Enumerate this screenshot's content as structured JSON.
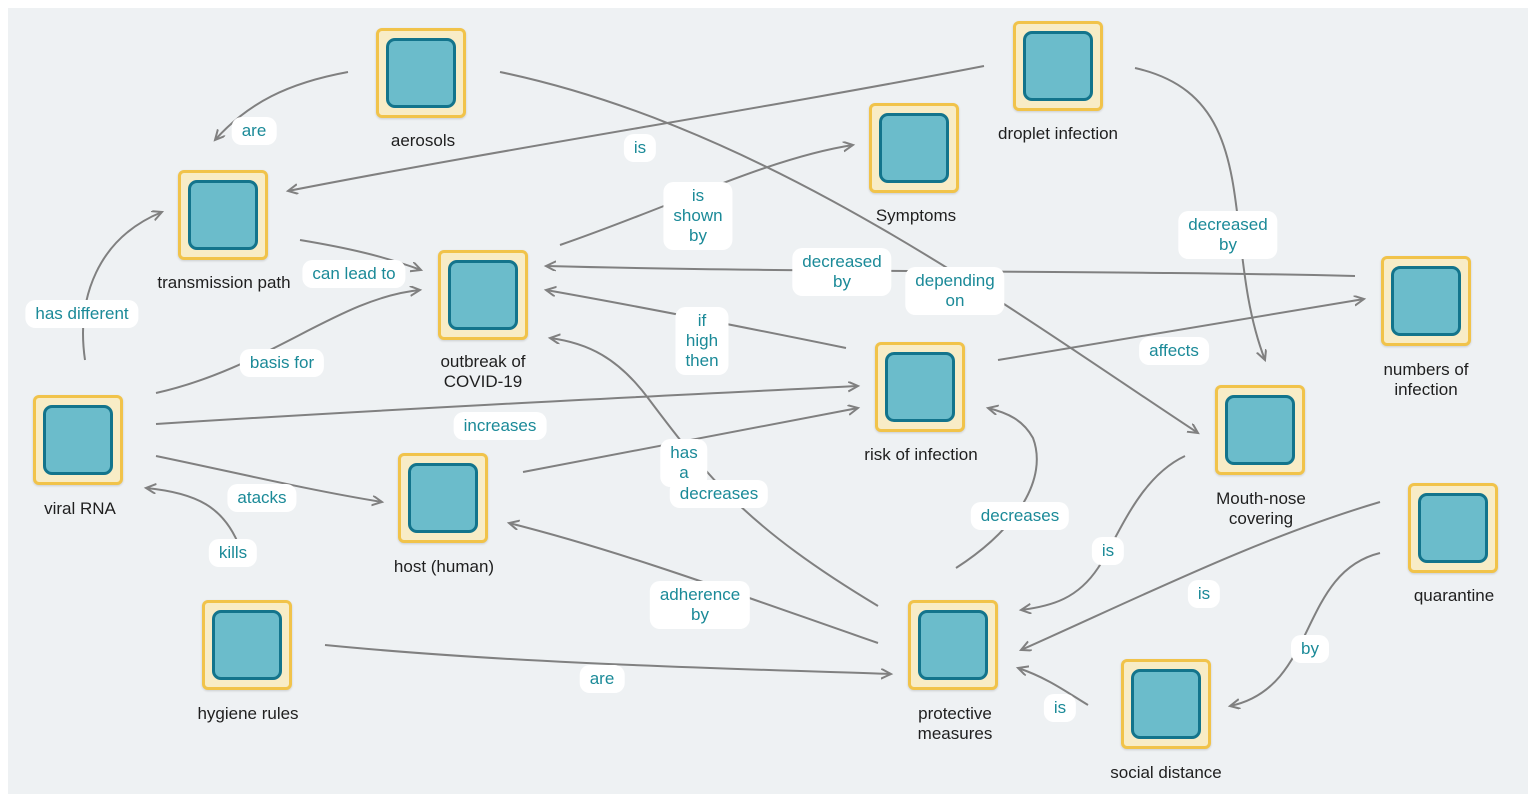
{
  "nodes": {
    "aerosols": "aerosols",
    "droplet_infection": "droplet infection",
    "symptoms": "Symptoms",
    "transmission_path": "transmission path",
    "outbreak": "outbreak of\nCOVID-19",
    "numbers_of_infection": "numbers of\ninfection",
    "risk_of_infection": "risk of infection",
    "mouth_nose": "Mouth-nose\ncovering",
    "viral_rna": "viral RNA",
    "host": "host (human)",
    "quarantine": "quarantine",
    "hygiene_rules": "hygiene rules",
    "protective_measures": "protective\nmeasures",
    "social_distance": "social distance"
  },
  "edge_labels": {
    "are_aerosols": "are",
    "is_aerosols": "is",
    "is_shown_by": "is\nshown\nby",
    "decreased_by_droplet": "decreased\nby",
    "can_lead_to": "can lead to",
    "decreased_by_numbers": "decreased\nby",
    "depending_on": "depending\non",
    "has_different": "has different",
    "basis_for": "basis for",
    "if_high_then": "if\nhigh\nthen",
    "affects": "affects",
    "increases": "increases",
    "has_a": "has\na",
    "decreases_protective_outbreak": "decreases",
    "atacks": "atacks",
    "decreases_protective_risk": "decreases",
    "is_mouth": "is",
    "kills": "kills",
    "is_quarantine": "is",
    "adherence_by": "adherence\nby",
    "by_quarantine": "by",
    "are_hygiene": "are",
    "is_social": "is"
  }
}
